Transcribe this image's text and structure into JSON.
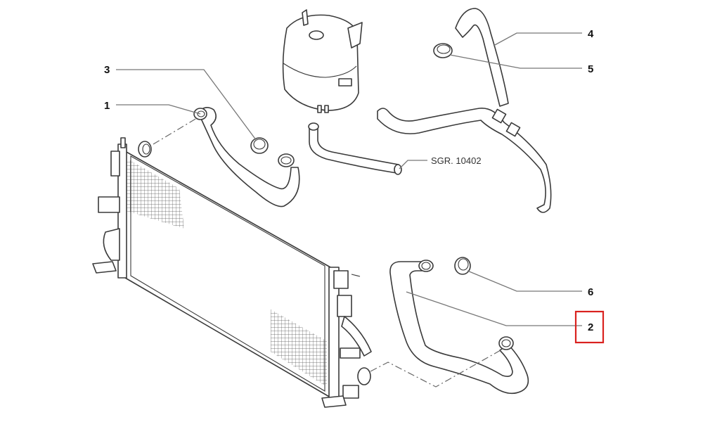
{
  "diagram": {
    "title": "Radiator and coolant hoses exploded parts diagram",
    "callouts": [
      {
        "id": "1",
        "label": "1",
        "part": "radiator-upper-hose-elbow"
      },
      {
        "id": "2",
        "label": "2",
        "part": "radiator-lower-hose",
        "highlighted": true
      },
      {
        "id": "3",
        "label": "3",
        "part": "hose-clamp-upper"
      },
      {
        "id": "4",
        "label": "4",
        "part": "heater-y-hose"
      },
      {
        "id": "5",
        "label": "5",
        "part": "hose-clamp-small"
      },
      {
        "id": "6",
        "label": "6",
        "part": "hose-clamp-lower"
      }
    ],
    "reference_label": "SGR. 10402",
    "highlight_color": "#d9221f",
    "line_color": "#3a3a3a"
  }
}
